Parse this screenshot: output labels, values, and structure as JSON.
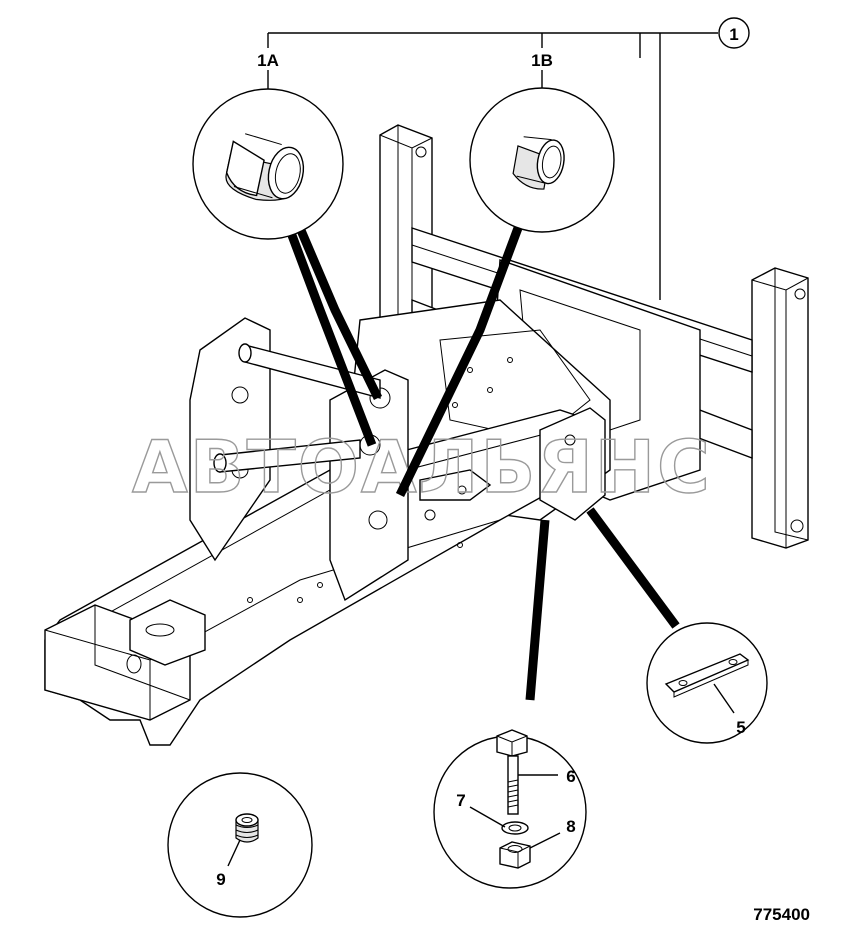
{
  "labels": {
    "ref_1": "1",
    "ref_1a": "1A",
    "ref_1b": "1B",
    "ref_5": "5",
    "ref_6": "6",
    "ref_7": "7",
    "ref_8": "8",
    "ref_9": "9"
  },
  "figure_number": "775400",
  "watermark": "АВТОАЛЬЯНС",
  "parts": {
    "bush_1a": "bush-icon",
    "bush_1b": "bush-icon",
    "plate_5": "plate-icon",
    "bolt_6": "bolt-icon",
    "washer_7": "washer-icon",
    "nut_8": "nut-icon",
    "plug_9": "plug-icon"
  }
}
